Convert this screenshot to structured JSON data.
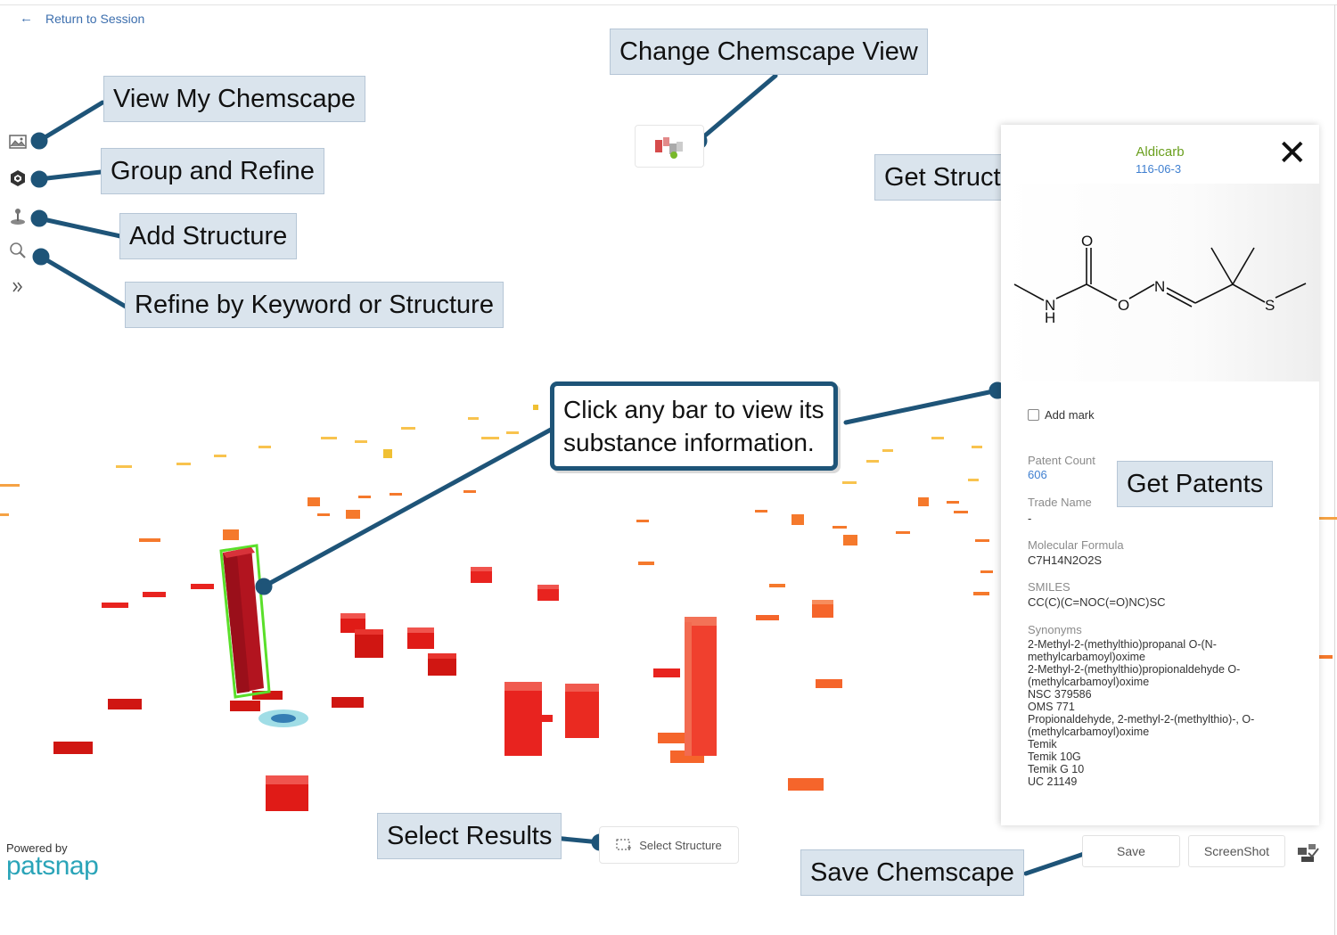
{
  "nav": {
    "back_label": "Return to Session",
    "back_icon": "arrow-left-icon"
  },
  "sidebar": [
    {
      "id": "view",
      "icon": "image-icon"
    },
    {
      "id": "group",
      "icon": "cube-icon"
    },
    {
      "id": "add",
      "icon": "pin-icon"
    },
    {
      "id": "search",
      "icon": "search-icon"
    },
    {
      "id": "expand",
      "icon": "double-chevron-right-icon"
    }
  ],
  "callouts": {
    "view_my_chemscape": "View My Chemscape",
    "group_and_refine": "Group and Refine",
    "add_structure": "Add Structure",
    "refine_by_keyword": "Refine by Keyword or Structure",
    "change_view": "Change Chemscape View",
    "get_structures": "Get Structures",
    "click_bar_line1": "Click any bar to view its",
    "click_bar_line2": "substance information.",
    "get_patents": "Get Patents",
    "select_results": "Select Results",
    "save_chemscape": "Save Chemscape"
  },
  "panel": {
    "name": "Aldicarb",
    "cas": "116-06-3",
    "close_icon": "close-icon",
    "add_mark_label": "Add mark",
    "fields": {
      "patent_count_label": "Patent Count",
      "patent_count": "606",
      "trade_name_label": "Trade Name",
      "trade_name": "-",
      "formula_label": "Molecular Formula",
      "formula": "C7H14N2O2S",
      "smiles_label": "SMILES",
      "smiles": "CC(C)(C=NOC(=O)NC)SC",
      "synonyms_label": "Synonyms"
    },
    "synonyms": [
      "2-Methyl-2-(methylthio)propanal O-(N-methylcarbamoyl)oxime",
      "2-Methyl-2-(methylthio)propionaldehyde O-(methylcarbamoyl)oxime",
      "NSC 379586",
      "OMS 771",
      "Propionaldehyde, 2-methyl-2-(methylthio)-, O-(methylcarbamoyl)oxime",
      "Temik",
      "Temik 10G",
      "Temik G 10",
      "UC 21149"
    ],
    "atoms": {
      "o_top": "O",
      "n_left": "N",
      "h": "H",
      "o_mid": "O",
      "n_right": "N",
      "s": "S"
    }
  },
  "buttons": {
    "select_structure": "Select Structure",
    "save": "Save",
    "screenshot": "ScreenShot"
  },
  "footer": {
    "powered_by": "Powered by",
    "logo_text": "patsnap"
  },
  "colors": {
    "accent": "#1e5478",
    "callout_bg": "#dae4ed",
    "link": "#3f7fd0",
    "name": "#6a9f1e",
    "bar_red": "#e8231f",
    "bar_orange": "#f5792c",
    "bar_yellow": "#f8c34e",
    "highlight": "#5adf2a"
  }
}
